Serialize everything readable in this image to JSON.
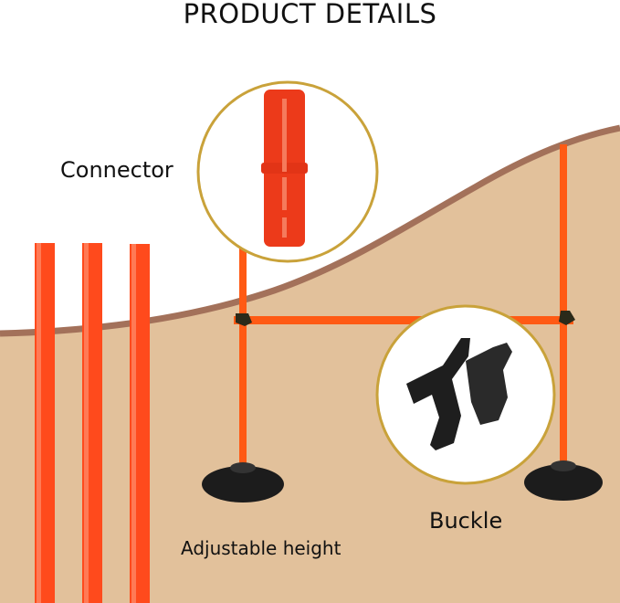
{
  "title": "PRODUCT DETAILS",
  "labels": {
    "connector": "Connector",
    "buckle": "Buckle",
    "adjustable_height": "Adjustable height"
  },
  "colors": {
    "pole": "#ff4a1c",
    "ground": "#e2c19b",
    "ground_edge": "#a3715a",
    "circle_ring": "#c9a23a",
    "base": "#1c1c1c"
  }
}
